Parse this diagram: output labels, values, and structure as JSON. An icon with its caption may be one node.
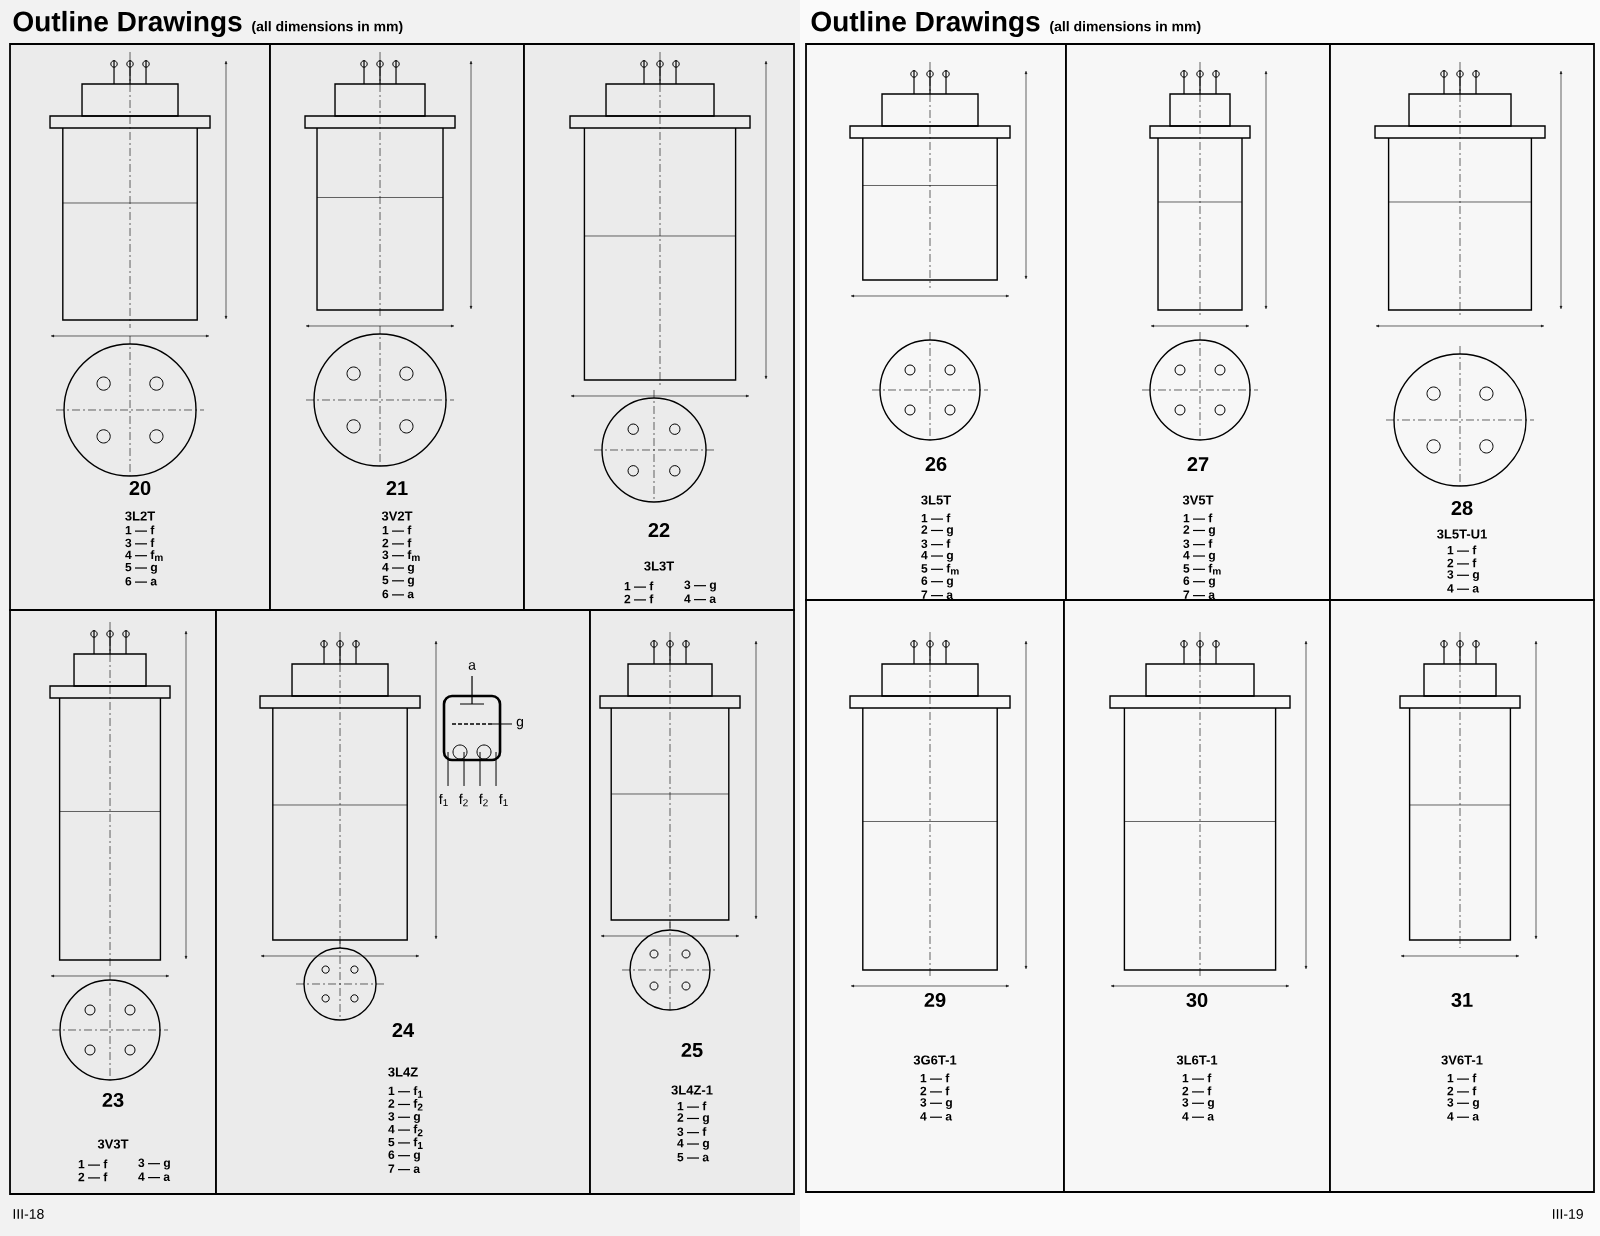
{
  "diagram": {
    "title": "Outline Drawings",
    "nodes": [
      {
        "text": [
          "20",
          "3L2T",
          "1 — f",
          "3 — f",
          "4 — f$_{m}$",
          "5 — g",
          "6 — a"
        ]
      },
      {
        "text": [
          "21",
          "3V2T",
          "1 — f",
          "2 — f",
          "3 — f$_{m}$",
          "4 — g",
          "5 — g",
          "6 — a"
        ]
      },
      {
        "text": [
          "22",
          "3L3T",
          "1 — f",
          "2 — f",
          "3 — g",
          "4 — a"
        ]
      },
      {
        "text": [
          "23",
          "3V3T",
          "1 — f",
          "2 — f",
          "3 — g",
          "4 — a"
        ]
      },
      {
        "text": [
          "24",
          "3L4Z",
          "1 — f$_{1}$",
          "2 — f$_{2}$",
          "3 — g",
          "4 — f$_{2}$",
          "5 — f$_{1}$",
          "6 — g",
          "7 — a"
        ]
      },
      {
        "text": [
          "25",
          "3L4Z-1",
          "1 — f",
          "2 — g",
          "3 — f",
          "4 — g",
          "5 — a"
        ]
      },
      {
        "text": [
          "26",
          "3L5T",
          "1 — f",
          "2 — g",
          "3 — f",
          "4 — g",
          "5 — f$_{m}$",
          "6 — g",
          "7 — a"
        ]
      },
      {
        "text": [
          "27",
          "3V5T",
          "1 — f",
          "2 — g",
          "3 — f",
          "4 — g",
          "5 — f$_{m}$",
          "6 — g",
          "7 — a"
        ]
      },
      {
        "text": [
          "28",
          "3L5T-U1",
          "1 — f",
          "2 — f",
          "3 — g",
          "4 — a"
        ]
      },
      {
        "text": [
          "29",
          "3G6T-1",
          "1 — f",
          "2 — f",
          "3 — g",
          "4 — a"
        ]
      },
      {
        "text": [
          "30",
          "3L6T-1",
          "1 — f",
          "2 — f",
          "3 — g",
          "4 — a"
        ]
      },
      {
        "text": [
          "31",
          "3V6T-1",
          "1 — f",
          "2 — f",
          "3 — g",
          "4 — a"
        ]
      }
    ],
    "labels": [
      "(all dimensions in mm)",
      "Outline Drawings",
      "(all dimensions in mm)",
      "a",
      "g",
      "f$_{1}$",
      "f$_{2}$",
      "f$_{2}$",
      "f$_{1}$",
      "III-18",
      "III-19"
    ]
  }
}
